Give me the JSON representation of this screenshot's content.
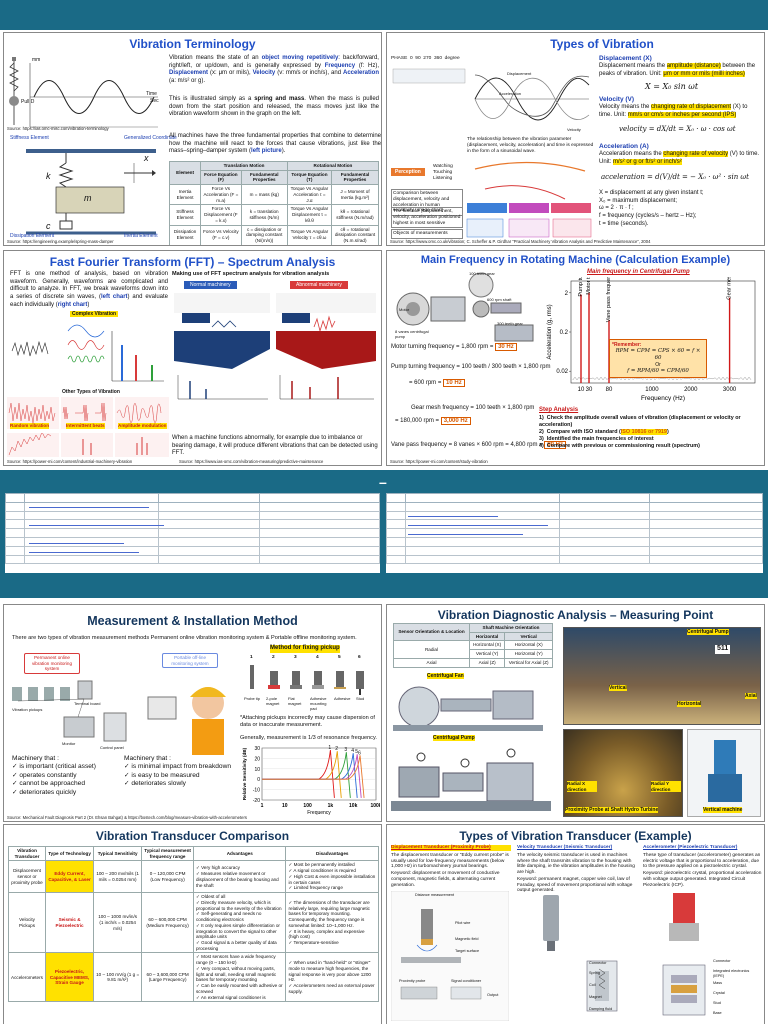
{
  "band": {
    "dash": "–"
  },
  "p1": {
    "title": "Vibration Terminology",
    "para1": [
      "Vibration means the state of an ",
      "object moving repetitively",
      ": back/forward, right/left, or up/down, and is generally expressed by ",
      "Frequency",
      " (f: Hz), ",
      "Displacement",
      " (x: μm or mils), ",
      "Velocity",
      " (v: mm/s or inch/s), and ",
      "Acceleration",
      " (a: m/s² or g)."
    ],
    "para2": [
      "This is illustrated simply as a ",
      "spring and mass",
      ". When the mass is pulled down from the start position and released, the mass moves just like the vibration waveform shown in the graph on the left."
    ],
    "para3": [
      "All machines have the three fundamental properties that combine to determine how the machine will react to the forces that cause vibrations, just like the mass–spring–damper system (",
      "left picture",
      ")."
    ],
    "src1": "Source: https://ias.omc-misc.com/vibration-terminology",
    "src2": "Source: https://engineering.example/spring-mass-damper",
    "diag": {
      "mm": "mm",
      "time": "Time",
      "sec": "Sec",
      "pull": "Pull D",
      "stiff": "Stiffness Element",
      "gen": "Generalized Coordinate",
      "diss": "Dissipation Element",
      "inert": "Inertia Element",
      "k": "k",
      "c": "c",
      "m": "m",
      "x": "x"
    },
    "table": {
      "h1": "Translation Motion",
      "h2": "Rotational Motion",
      "h0": "Element",
      "cols": [
        "Force Equation (F)",
        "Fundamental Properties",
        "Torque Equation (T)",
        "Fundamental Properties"
      ],
      "rows": [
        [
          "Inertia Element",
          "Force Vs Acceleration (F = m.a)",
          "m = mass (kg)",
          "Torque Vs Angular Acceleration τ = J.α",
          "J = Moment of Inertia (kg.m²)"
        ],
        [
          "Stiffness Element",
          "Force Vs Displacement (F = k.x)",
          "k = translation stiffness (N/m)",
          "Torque Vs Angular Displacement τ = kθ.θ",
          "kθ = rotational stiffness (N.m/rad)"
        ],
        [
          "Dissipation Element",
          "Force Vs Velocity (F = c.v)",
          "c = dissipation or damping constant (N/(m/s))",
          "Torque Vs Angular Velocity τ = cθ.ω",
          "cθ = rotational dissipation constant (N.m.s/rad)"
        ]
      ]
    }
  },
  "p2": {
    "title": "Types of Vibration",
    "disp_h": "Displacement (X)",
    "disp_t": [
      "Displacement means the ",
      "amplitude (distance)",
      " between the peaks of vibration. Unit: ",
      "μm or mm or mils (milli inches)"
    ],
    "disp_eq": "X = X₀ sin ωt",
    "vel_h": "Velocity (V)",
    "vel_t": [
      "Velocity means the ",
      "changing rate of displacement",
      " (X) to time. Unit: ",
      "mm/s or cm/s or inches per second (IPS)"
    ],
    "vel_eq": "velocity = dX/dt = X₀ · ω · cos ωt",
    "acc_h": "Acceleration (A)",
    "acc_t": [
      "Acceleration means the ",
      "changing rate of velocity",
      " (V) to time. Unit: ",
      "m/s² or g or ft/s² or inch/s²"
    ],
    "acc_eq": "acceleration = d(V)/dt = − X₀ · ω² · sin ωt",
    "defs": [
      "X = displacement at any given instant t;",
      "X₀ = maximum displacement;",
      "ω = 2 · π · f ;",
      "f = frequency (cycles/s – hertz – Hz);",
      "t = time (seconds)."
    ],
    "caption": "The relationship between the vibration parameter (displacement, velocity, acceleration) and time is expressed in the form of a sinusoidal wave.",
    "chart_lbl": [
      "Displacement",
      "Velocity",
      "Acceleration"
    ],
    "percep": "Perception",
    "percep_items": [
      "Watching",
      "Touching",
      "Listening"
    ],
    "boxes": [
      "Comparison between displacement, velocity and acceleration in human sensitivity (image chart)",
      "The function (Displacement, velocity, acceleration positioned highest in most sensitive",
      "Objects of measurements"
    ],
    "phase": [
      "PHASE",
      "0",
      "90",
      "270",
      "360",
      "degree"
    ],
    "src": "Source: https://www.omc.co.uk/vibration; C. Scheffer & P. Girdhar \"Practical Machinery Vibration Analysis and Predictive Maintenance\", 2004"
  },
  "p3": {
    "title": "Fast Fourier Transform (FFT) – Spectrum Analysis",
    "para": [
      "FFT is one method of analysis, based on vibration waveform. Generally, waveforms are complicated and difficult to analyze. In FFT, we break waveforms down into a series of discrete sin waves, (",
      "left chart",
      ") and evaluate each individually (",
      "right chart",
      ")"
    ],
    "complex": "Complex Vibration",
    "other": "Other Types of Vibration",
    "types": [
      "Random vibration",
      "Intermittent beats",
      "Amplitude modulation"
    ],
    "right_h": "Making use of FFT spectrum analysis for vibration analysis",
    "normal": "Normal machinery",
    "abnormal": "Abnormal machinery",
    "para2": "When a machine functions abnormally, for example due to imbalance or bearing damage, it will produce different vibrations that can be detected using FFT.",
    "src1": "Source: https://power-mi.com/content/industrial-machinery-vibration",
    "src2": "Source: https://www.ias-omc.com/vibration-measuring/predictive-maintenance"
  },
  "p4": {
    "title": "Main Frequency in Rotating Machine (Calculation Example)",
    "subtitle": "Main frequency in Centrifugal Pump",
    "motor_line": "Motor turning frequency = 1,800 rpm =",
    "motor_hz": "30 Hz",
    "pump_line": "Pump turning frequency =",
    "pump_frac": "100 teeth / 300 teeth × 1,800 rpm",
    "pump_rpm": "= 600 rpm =",
    "pump_hz": "10 Hz",
    "gear_line": "Gear mesh frequency = 100 teeth × 1,800 rpm",
    "gear_rpm": "= 180,000 rpm =",
    "gear_hz": "3,000 Hz",
    "vane_line": "Vane pass frequency = 8 vanes × 600 rpm = 4,800 rpm =",
    "vane_hz": "80 Hz",
    "remember": "*Remember:",
    "rem1": "RPM = CPM = CPS × 60 = f × 60",
    "rem_or": "Or",
    "rem2": "f = RPM/60 = CPM/60",
    "steps_h": "Step Analysis",
    "steps": [
      "Check the amplitude overall values of vibration (displacement or velocity or acceleration)",
      "Compare with ISO standard (",
      "ISO 10816 or 7919",
      ")",
      "Identified the main frequencies of interest",
      "Compare with previous or commissioning result (spectrum)"
    ],
    "src": "Source: https://power-mi.com/content/study-vibration",
    "labels": {
      "teeth100": "100 teeth gear",
      "rpm600": "600 rpm shaft",
      "teeth300": "300 teeth gear",
      "imp": "8 vanes centrifugal pump",
      "motor": "Motor"
    }
  },
  "chart_data": [
    {
      "type": "bar",
      "title": "",
      "xlabel": "Frequency (Hz)",
      "ylabel": "Acceleration (g, rms)",
      "x_ticks": [
        "10",
        "30",
        "80",
        "1000",
        "2000",
        "3000"
      ],
      "y_ticks": [
        "2",
        "0.2",
        "0.02"
      ],
      "categories": [
        "Pump turning frequency",
        "Motor turning frequency",
        "Vane pass frequency",
        "Gear mesh frequency"
      ],
      "x": [
        10,
        30,
        80,
        3000
      ],
      "values": [
        1.8,
        2.0,
        0.4,
        1.5
      ]
    },
    {
      "type": "line",
      "title": "Generally, measurement is 1/3 of resonance frequency.",
      "xlabel": "Frequency",
      "ylabel": "Relative Sensitivity (dB)",
      "x_ticks": [
        "1",
        "10",
        "100",
        "1k",
        "10k",
        "100k"
      ],
      "y_ticks": [
        "30",
        "20",
        "10",
        "0",
        "-10",
        "-20"
      ],
      "series": [
        {
          "name": "1",
          "peak_hz": 1000
        },
        {
          "name": "2",
          "peak_hz": 2000
        },
        {
          "name": "3",
          "peak_hz": 5000
        },
        {
          "name": "4",
          "peak_hz": 10000
        },
        {
          "name": "5",
          "peak_hz": 15000
        },
        {
          "name": "6",
          "peak_hz": 20000
        }
      ]
    }
  ],
  "p5": {
    "title": "Measurement & Installation Method",
    "intro": "There are two types of vibration measurement methods Permanent online vibration monitoring system & Portable offline monitoring system.",
    "online": "Permanent online vibration monitoring system",
    "offline": "Portable off-line monitoring system",
    "fix_h": "Method for fixing pickup",
    "fix_nums": [
      "1",
      "2",
      "3",
      "4",
      "5",
      "6"
    ],
    "fix_lbls": [
      "Probe tip",
      "2-pole magnet",
      "Flat magnet",
      "Adhesive mounting pad",
      "Adhesive",
      "Stud"
    ],
    "note": "*Attaching pickups incorrectly may cause dispersion of data or inaccurate measurement.",
    "mc1_h": "Machinery that :",
    "mc1": [
      "is important (critical asset)",
      "operates constantly",
      "cannot be approached",
      "deteriorates quickly"
    ],
    "mc2_h": "Machinery that :",
    "mc2": [
      "is minimal impact from breakdown",
      "is easy to be measured",
      "deteriorates slowly"
    ],
    "small": [
      "Terminal board",
      "Vibration pickups",
      "Monitor",
      "Control panel"
    ],
    "src": "Source: Mechanical Fault Diagnosis Part 2 (Dr. Ehsan Bahgat) & https://bostech.com/blog/measure-vibration-with-accelerometers"
  },
  "p6": {
    "title": "Vibration Diagnostic Analysis – Measuring Point",
    "table": {
      "h0": "Sensor Orientation & Location",
      "h1": "Shaft Machine Orientation",
      "cols": [
        "Horizontal",
        "Vertical"
      ],
      "rows": [
        [
          "Radial",
          "Horizontal (X)",
          "Horizontal (X)"
        ],
        [
          "",
          "Vertical (Y)",
          "Horizontal (Y)"
        ],
        [
          "Axial",
          "Axial (Z)",
          "Vertical for Axial (Z)"
        ]
      ]
    },
    "fan": "Centrifugal Fan",
    "pump": "Centrifugal Pump",
    "pump2": "Centrifugal Pump",
    "vertical": "Vertical",
    "axial": "Axial",
    "horizontal": "Horizontal",
    "radial_x": "Radial X direction",
    "radial_y": "Radial Y direction",
    "probe": "Proximity Probe at Shaft Hydro Turbine",
    "vmach": "Vertical machine",
    "mark": "511"
  },
  "p7": {
    "title": "Vibration Transducer Comparison",
    "cols": [
      "Vibration Transducer",
      "Type of Technology",
      "Typical Sensitivity",
      "Typical measurement frequency range",
      "Advantages",
      "Disadvantages"
    ],
    "rows": [
      {
        "name": "Displacement sensor or proximity probe",
        "tech": "Eddy Current, Capacitive, & Laser",
        "sens": "100 – 200 mv/mils (1 mils = 0.0254 mm)",
        "range": "0 – 120,000 CPM (Low Frequency)",
        "adv": [
          "Very high accuracy",
          "Measures relative movement or displacement of the bearing housing and the shaft"
        ],
        "dis": [
          "Most be permanently installed",
          "A signal conditioner is required",
          "High Cost & even impossible installation in certain cases",
          "Limited frequency range"
        ]
      },
      {
        "name": "Velocity Pickups",
        "tech": "Seismic & Piezoelectric",
        "sens": "100 – 1000 mv/in/s (1 inch/s = 0.0254 m/s)",
        "range": "60 – 600,000 CPM (Medium Frequency)",
        "adv": [
          "Oldest of all",
          "Directly measure velocity, which is proportional to the severity of the vibration",
          "Self-generating and needs no conditioning electronics",
          "It only requires simple differentiation or integration to convert the signal to other amplitude units",
          "Good signal & a better quality of data processing"
        ],
        "dis": [
          "The dimensions of the transducer are relatively large, requiring large magnetic bases for temporary mounting. Consequently, the frequency range is somewhat limited: 10–1,000 Hz.",
          "It is heavy, complex and expensive (high cost)",
          "Temperature-sensitive"
        ]
      },
      {
        "name": "Accelerometers",
        "tech": "Piezoelectric, Capacitive MEMS, Strain Gauge",
        "sens": "10 – 100 mV/g (1 g = 9.81 m/s²)",
        "range": "60 – 3,600,000 CPM (Large Frequency)",
        "adv": [
          "Most sensors have a wide frequency range (0 – 150 kHz)",
          "Very compact, without moving parts, light and small, needing small magnetic bases for temporary mounting",
          "Can be easily mounted with adhesive or screwed",
          "An external signal conditioner is"
        ],
        "dis": [
          "When used in \"hand-held\" or \"stinger\" mode to measure high frequencies, the signal response is very poor above 1200 Hz.",
          "Accelerometers need an external power supply."
        ]
      }
    ]
  },
  "p8": {
    "title": "Types of Vibration Transducer (Example)",
    "cols": [
      {
        "h": "Displacement Transducer (Proximity Probe)",
        "t": "The displacement transducer or \"Eddy current probe\" is usually used for low-frequency measurements (below 1,000 Hz) in turbomachinery journal bearings.",
        "k": "Keyword: displacement or movement of conductive component, magnetic fields, & alternating current generation."
      },
      {
        "h": "Velocity Transducer (Seismic Transducer)",
        "t": "The velocity seismic transducer is used in machines where the shaft transmits vibration to the housing with little damping, ie the vibration amplitudes in the housing are high.",
        "k": "Keyword: permanent magnet, copper wire coil, law of Faraday, speed of movement proportional with voltage output generated."
      },
      {
        "h": "Accelerometer (Piezoelectric Transducer)",
        "t": "These type of transducer (accelerometer) generates an electric voltage that is proportional to acceleration, due to the pressure applied on a piezoelectric crystal.",
        "k": "Keyword: piezoelectric crystal, proportional acceleration with voltage output generated. Integrated Circuit Piezoelectric (ICP)."
      }
    ],
    "parts1": [
      "Distance measurement",
      "Pilot wire",
      "Magnetic field",
      "Target surface",
      "Proximity probe",
      "Signal conditioner",
      "Output"
    ],
    "parts2": [
      "Connector",
      "Spring",
      "Coil",
      "Magnet",
      "Damping fluid"
    ],
    "parts3": [
      "Connector",
      "Integrated electronics (IEPE)",
      "Mass",
      "Crystal",
      "Stud",
      "Base"
    ]
  }
}
